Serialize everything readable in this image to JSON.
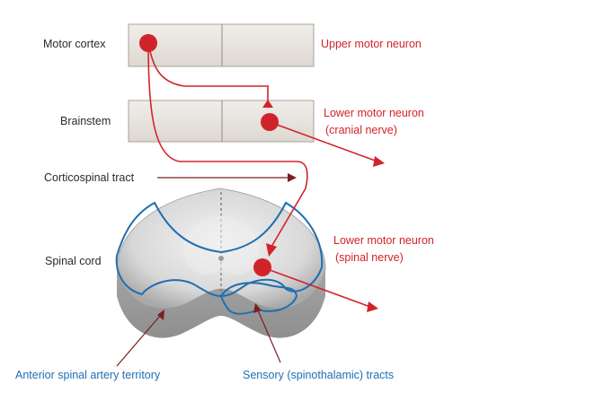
{
  "labels": {
    "motor_cortex": "Motor cortex",
    "brainstem": "Brainstem",
    "corticospinal_tract": "Corticospinal tract",
    "spinal_cord": "Spinal cord",
    "upper_motor_neuron": "Upper motor neuron",
    "lower_motor_neuron_cranial_1": "Lower motor neuron",
    "lower_motor_neuron_cranial_2": "(cranial nerve)",
    "lower_motor_neuron_spinal_1": "Lower motor neuron",
    "lower_motor_neuron_spinal_2": "(spinal nerve)",
    "anterior_spinal_artery_territory": "Anterior spinal artery territory",
    "sensory_tracts": "Sensory (spinothalamic) tracts"
  },
  "colors": {
    "neuron_red": "#d2232a",
    "territory_blue": "#1f6fb2",
    "label_dark": "#2b2b2b",
    "box_fill": "#e6e2dc",
    "cord_gray": "#d9d9d9"
  }
}
